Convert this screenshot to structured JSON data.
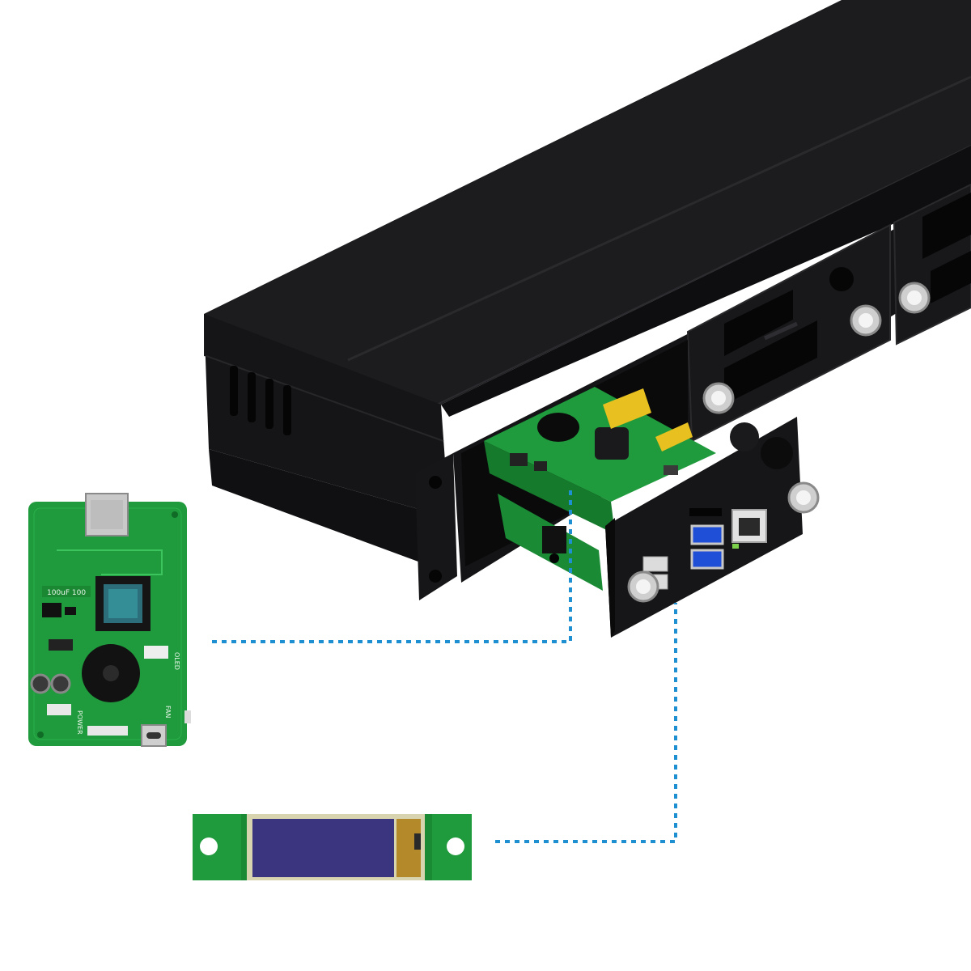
{
  "scene": {
    "colors": {
      "background": "#ffffff",
      "chassis_top": "#1b1b1d",
      "chassis_side": "#121214",
      "pcb_green": "#1f9a3c",
      "pcb_green_dark": "#157a2b",
      "connector_line": "#1e8fd0",
      "usb_blue": "#1f4fd6",
      "oled_screen": "#3b3580"
    },
    "labels": {
      "capacitor_marking": "100uF 100",
      "oled_label": "OLED",
      "fan_label": "FAN",
      "power_label": "POWER"
    },
    "icons": [
      "rack-chassis",
      "pcb-board",
      "oled-display-module",
      "thumb-screw",
      "usb-port",
      "ethernet-port"
    ]
  }
}
